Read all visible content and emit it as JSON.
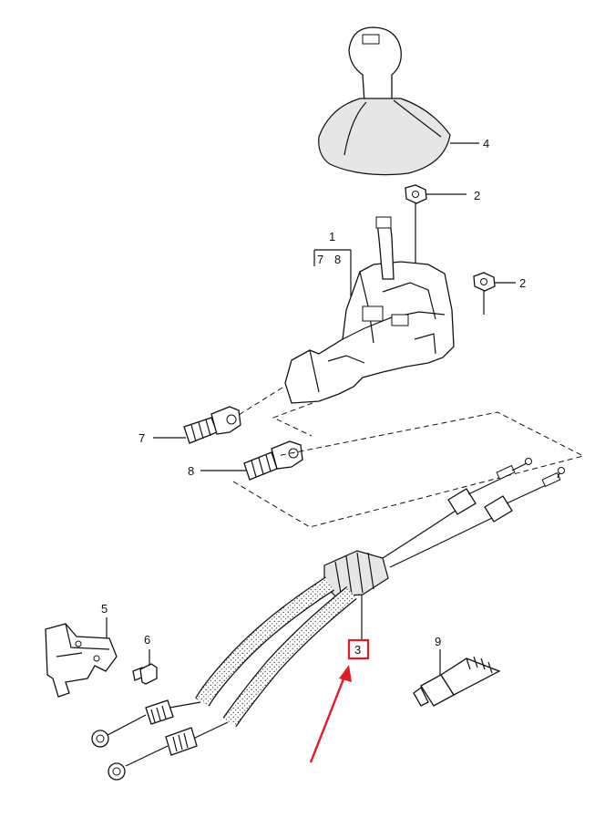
{
  "labels": {
    "n1": "1",
    "n2a": "2",
    "n2b": "2",
    "n3": "3",
    "n4": "4",
    "n5": "5",
    "n6": "6",
    "n7": "7",
    "n7b": "7",
    "n8": "8",
    "n8b": "8",
    "n9": "9"
  },
  "colors": {
    "highlight": "#e11d2a",
    "ink": "#111111"
  }
}
